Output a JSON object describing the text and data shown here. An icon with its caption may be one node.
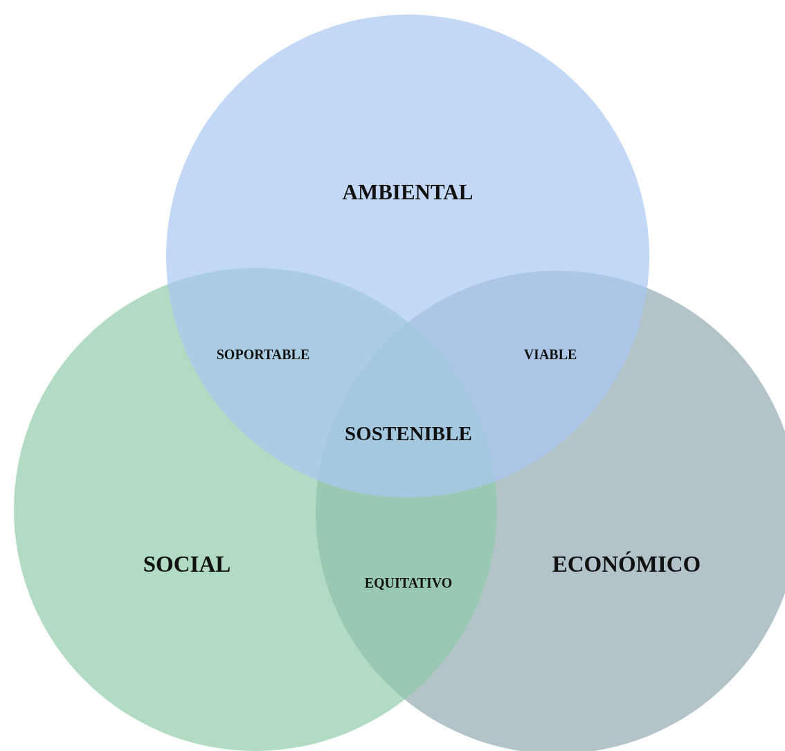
{
  "diagram": {
    "nodes": [
      {
        "text": [
          "AMBIENTAL"
        ]
      },
      {
        "text": [
          "SOCIAL"
        ]
      },
      {
        "text": [
          "ECONÓMICO"
        ]
      }
    ],
    "labels": [
      "SOPORTABLE",
      "VIABLE",
      "SOSTENIBLE",
      "EQUITATIVO"
    ]
  }
}
